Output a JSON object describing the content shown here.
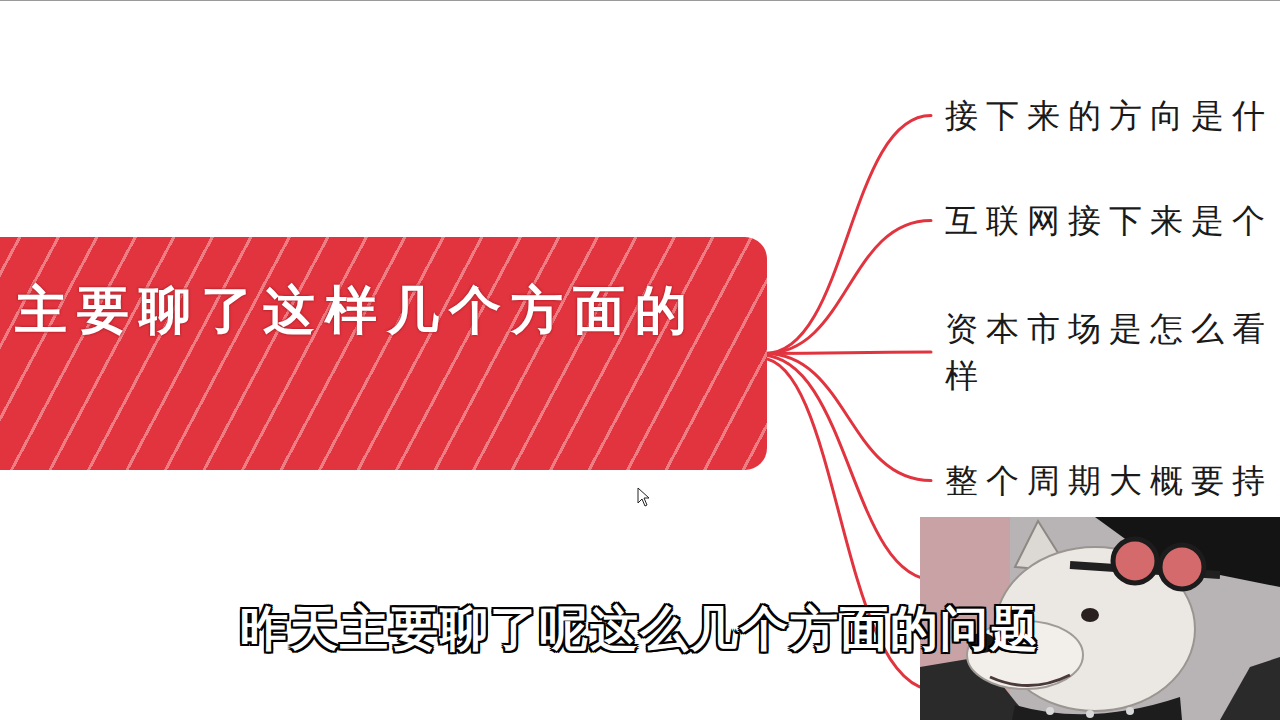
{
  "diagram": {
    "nodes": [
      {
        "text": [
          "主要聊了这样几个方面的"
        ]
      },
      {
        "text": [
          "接下来的方向是什"
        ]
      },
      {
        "text": [
          "互联网接下来是个"
        ]
      },
      {
        "text": [
          "资本市场是怎么看 样"
        ]
      },
      {
        "text": [
          "整个周期大概要持"
        ]
      }
    ],
    "edges": [
      {
        "from": 0,
        "to": 1,
        "arrow": "none"
      },
      {
        "from": 0,
        "to": 2,
        "arrow": "none"
      },
      {
        "from": 0,
        "to": 3,
        "arrow": "none"
      },
      {
        "from": 0,
        "to": 4,
        "arrow": "none"
      }
    ],
    "labels": [
      "昨天主要聊了呢这么几个方面的问题"
    ]
  }
}
